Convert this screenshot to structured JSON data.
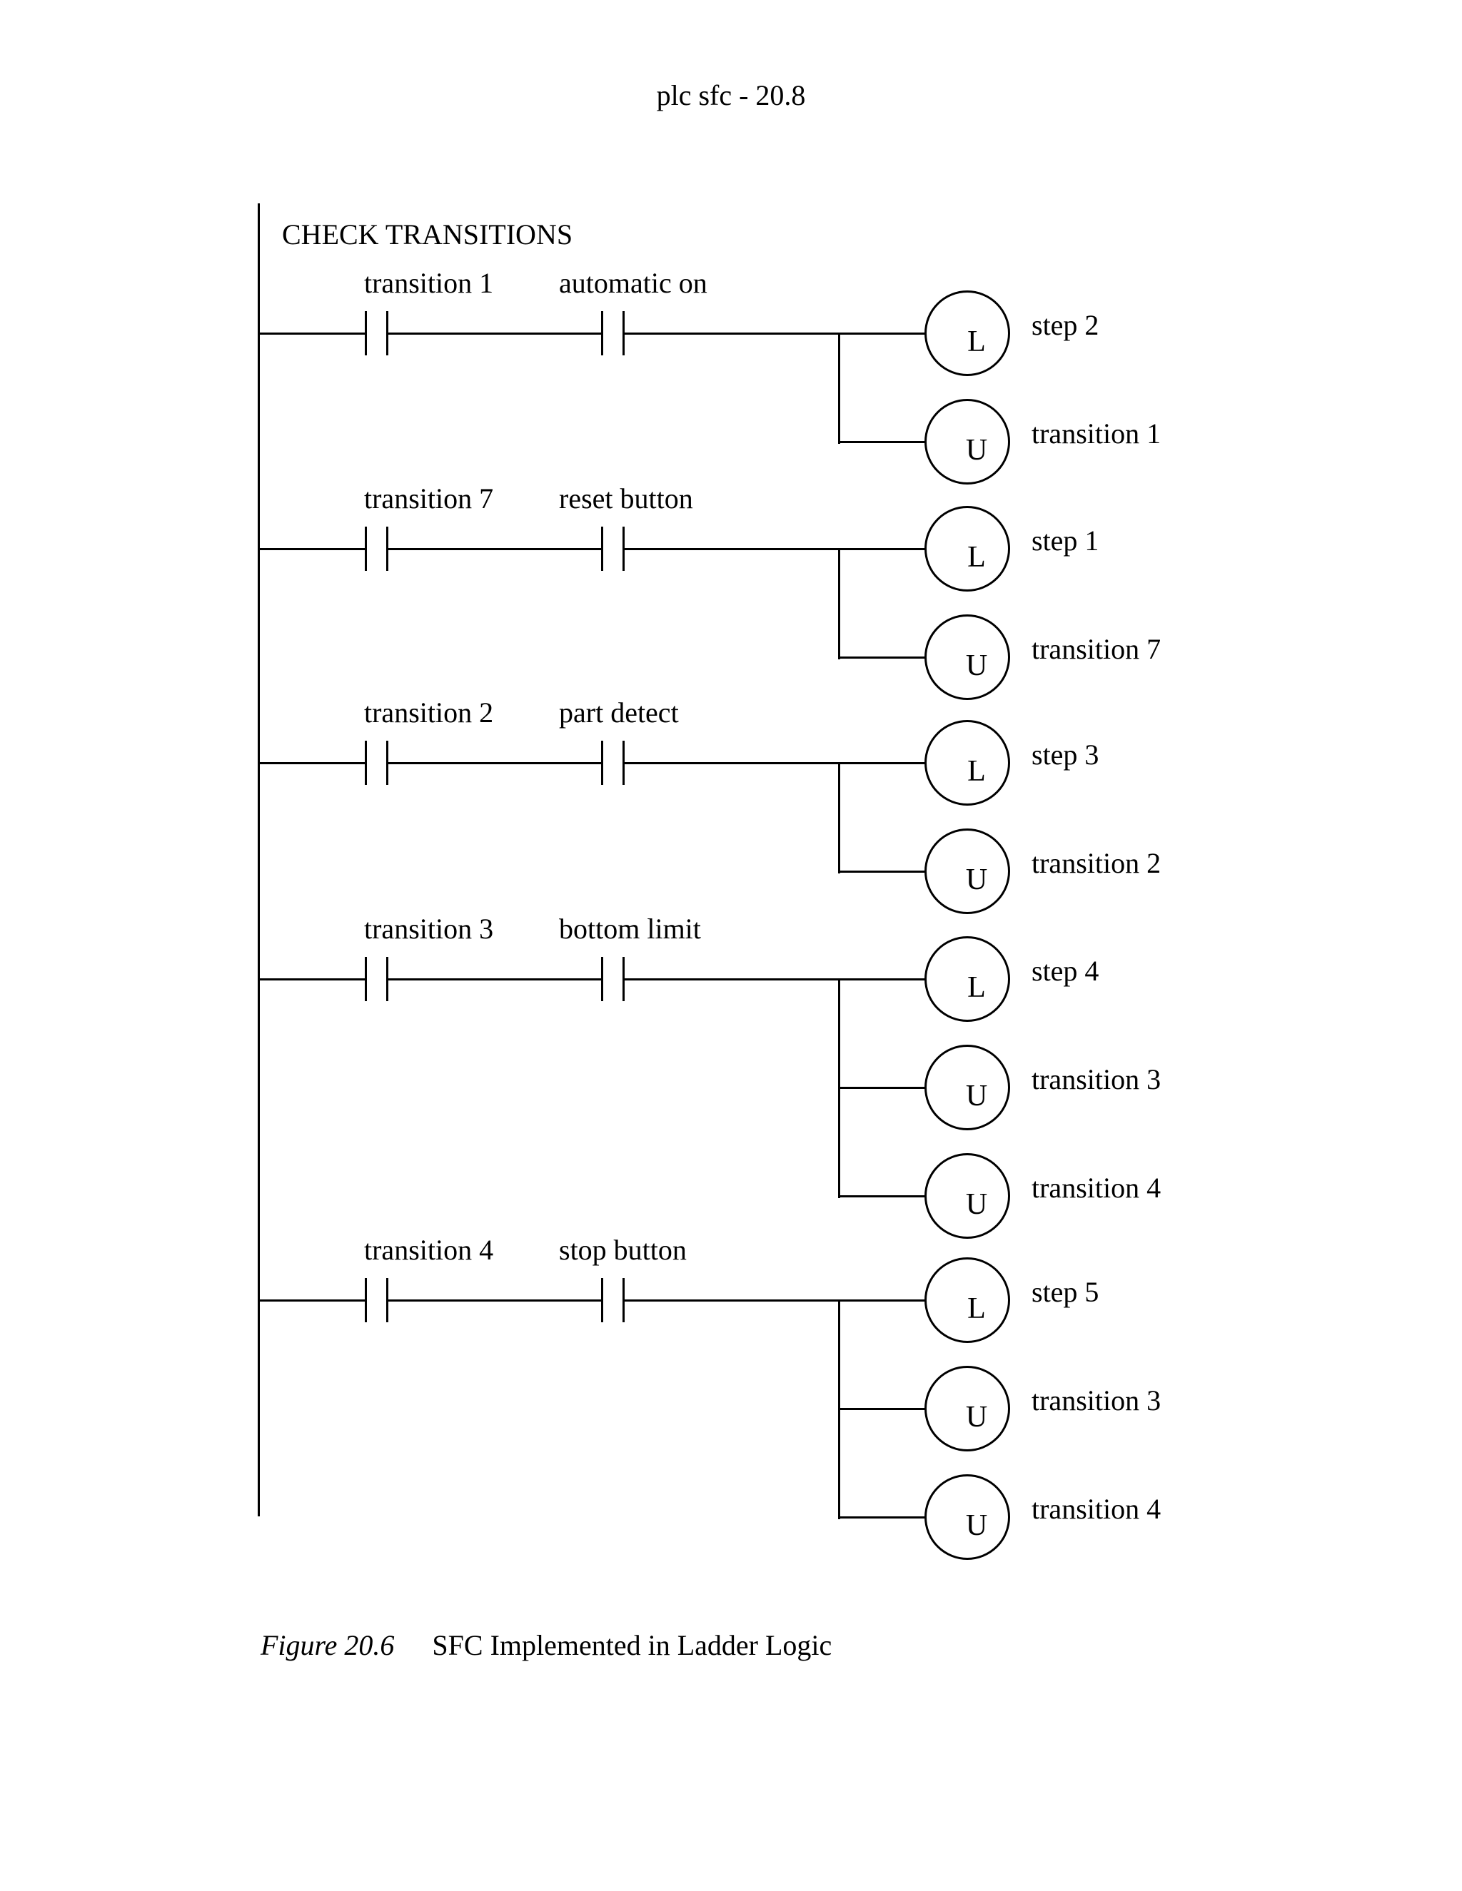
{
  "header": {
    "title": "plc sfc - 20.8"
  },
  "diagram": {
    "section_title": "CHECK TRANSITIONS",
    "rungs": [
      {
        "contact1": "transition 1",
        "contact2": "automatic on",
        "coils": [
          {
            "letter": "L",
            "label": "step 2"
          },
          {
            "letter": "U",
            "label": "transition 1"
          }
        ]
      },
      {
        "contact1": "transition 7",
        "contact2": "reset button",
        "coils": [
          {
            "letter": "L",
            "label": "step 1"
          },
          {
            "letter": "U",
            "label": "transition 7"
          }
        ]
      },
      {
        "contact1": "transition 2",
        "contact2": "part detect",
        "coils": [
          {
            "letter": "L",
            "label": "step 3"
          },
          {
            "letter": "U",
            "label": "transition 2"
          }
        ]
      },
      {
        "contact1": "transition 3",
        "contact2": "bottom limit",
        "coils": [
          {
            "letter": "L",
            "label": "step 4"
          },
          {
            "letter": "U",
            "label": "transition 3"
          },
          {
            "letter": "U",
            "label": "transition 4"
          }
        ]
      },
      {
        "contact1": "transition 4",
        "contact2": "stop button",
        "coils": [
          {
            "letter": "L",
            "label": "step 5"
          },
          {
            "letter": "U",
            "label": "transition 3"
          },
          {
            "letter": "U",
            "label": "transition 4"
          }
        ]
      }
    ]
  },
  "caption": {
    "label": "Figure 20.6",
    "text": "SFC Implemented in Ladder Logic"
  },
  "colors": {
    "line": "#000000",
    "background": "#ffffff",
    "text": "#000000"
  }
}
